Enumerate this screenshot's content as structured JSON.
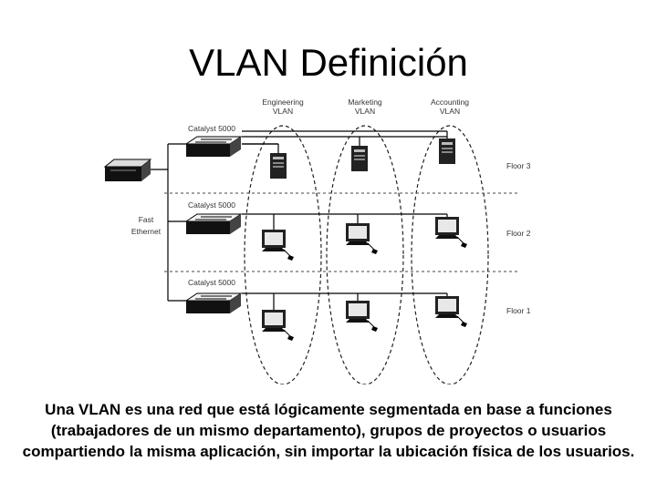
{
  "slide": {
    "title": "VLAN Definición",
    "caption": "Una VLAN es una red que está lógicamente segmentada en base a funciones (trabajadores de un mismo departamento), grupos de proyectos o usuarios compartiendo la misma aplicación, sin importar la ubicación física de los usuarios."
  },
  "diagram": {
    "vlans": [
      {
        "line1": "Engineering",
        "line2": "VLAN"
      },
      {
        "line1": "Marketing",
        "line2": "VLAN"
      },
      {
        "line1": "Accounting",
        "line2": "VLAN"
      }
    ],
    "switches": [
      "Catalyst 5000",
      "Catalyst 5000",
      "Catalyst 5000"
    ],
    "floors": [
      "Floor 3",
      "Floor 2",
      "Floor 1"
    ],
    "backbone": {
      "line1": "Fast",
      "line2": "Ethernet"
    },
    "icons": [
      "router-icon",
      "switch-icon",
      "server-icon",
      "workstation-icon",
      "mouse-icon"
    ]
  }
}
